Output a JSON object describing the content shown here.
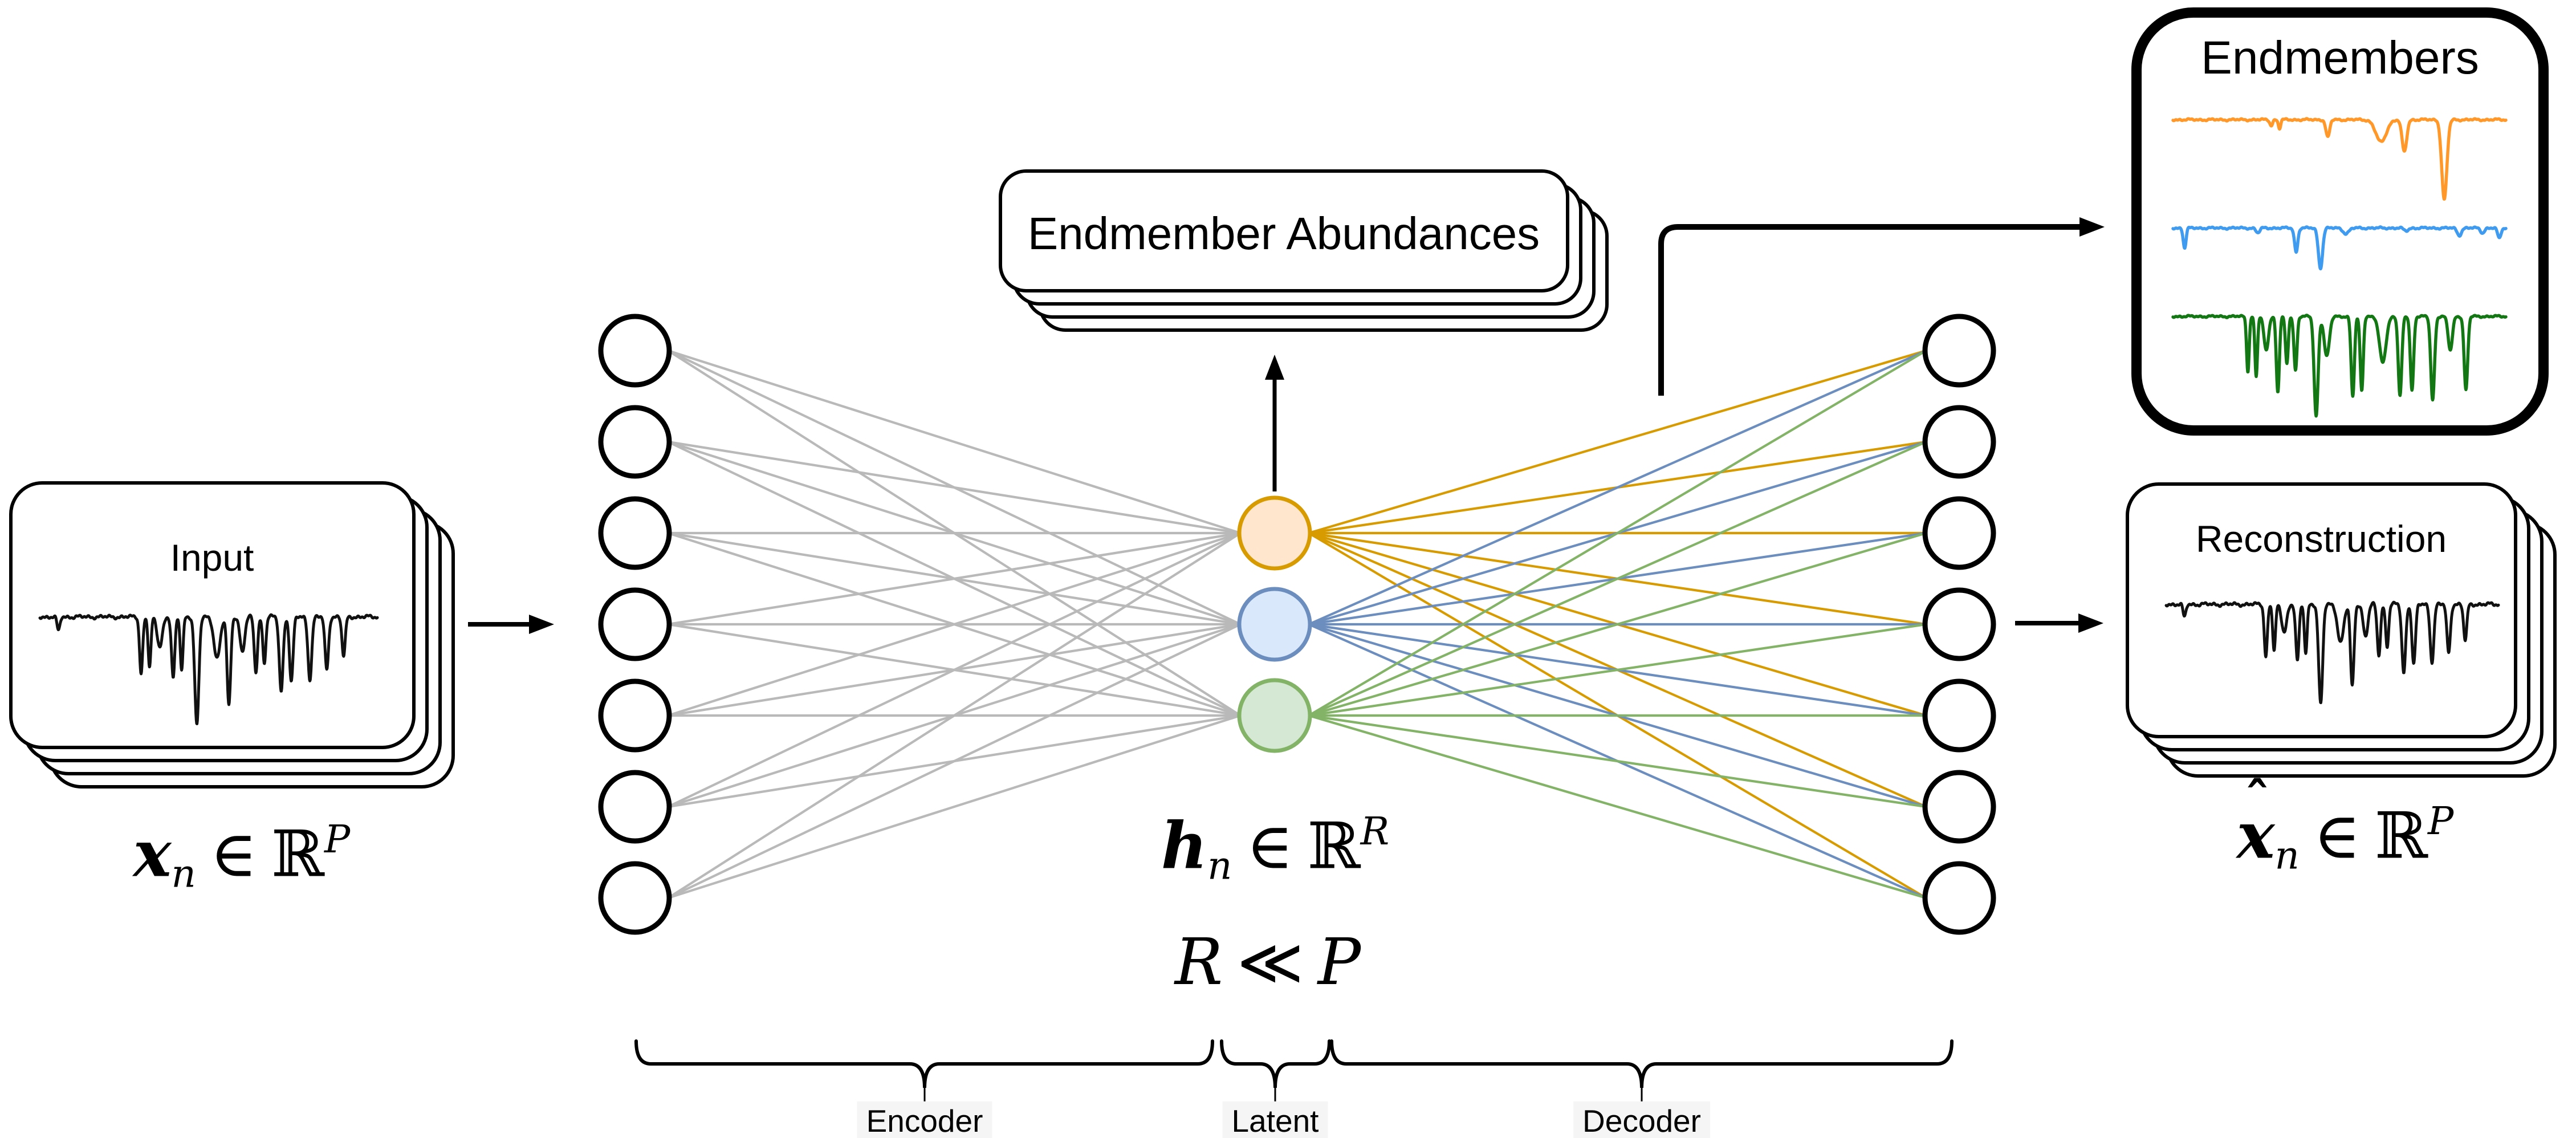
{
  "page": {
    "bg": "#FFFFFF"
  },
  "input_card": {
    "title": "Input",
    "math": {
      "hat": "",
      "var": "x",
      "sub": "n",
      "rel": "∈",
      "set": "ℝ",
      "sup": "P"
    }
  },
  "abundances_card": {
    "title": "Endmember Abundances"
  },
  "endmembers_box": {
    "title": "Endmembers"
  },
  "recon_card": {
    "title": "Reconstruction",
    "math": {
      "hat": "ˆ",
      "var": "x",
      "sub": "n",
      "rel": "∈",
      "set": "ℝ",
      "sup": "P"
    }
  },
  "latent_math": {
    "line1": {
      "var": "h",
      "sub": "n",
      "rel": "∈",
      "set": "ℝ",
      "sup": "R"
    },
    "line2": {
      "lhs": "R",
      "rel": "≪",
      "rhs": "P"
    }
  },
  "braces": [
    {
      "label": "Encoder"
    },
    {
      "label": "Latent"
    },
    {
      "label": "Decoder"
    }
  ],
  "network": {
    "encoder_nodes": 7,
    "decoder_nodes": 7,
    "latent_nodes": 3,
    "node_style": {
      "fill": "#FFFFFF",
      "stroke": "#000000"
    },
    "encoder_edge_color": "#B9B9B9",
    "latent_styles": [
      {
        "name": "latent-node-orange",
        "fill": "#FFE6CC",
        "stroke": "#D79B00"
      },
      {
        "name": "latent-node-blue",
        "fill": "#DAE8FC",
        "stroke": "#6C8EBF"
      },
      {
        "name": "latent-node-green",
        "fill": "#D5E8D4",
        "stroke": "#82B366"
      }
    ]
  },
  "spectra": {
    "input": {
      "color": "#111111",
      "dips": [
        {
          "x": 0.055,
          "d": 0.13,
          "w": 0.006
        },
        {
          "x": 0.3,
          "d": 0.52,
          "w": 0.0065
        },
        {
          "x": 0.325,
          "d": 0.46,
          "w": 0.006
        },
        {
          "x": 0.355,
          "d": 0.27,
          "w": 0.011
        },
        {
          "x": 0.395,
          "d": 0.56,
          "w": 0.007
        },
        {
          "x": 0.42,
          "d": 0.48,
          "w": 0.006
        },
        {
          "x": 0.465,
          "d": 1.0,
          "w": 0.0085
        },
        {
          "x": 0.525,
          "d": 0.38,
          "w": 0.013
        },
        {
          "x": 0.56,
          "d": 0.82,
          "w": 0.0075
        },
        {
          "x": 0.6,
          "d": 0.32,
          "w": 0.01
        },
        {
          "x": 0.64,
          "d": 0.5,
          "w": 0.007
        },
        {
          "x": 0.665,
          "d": 0.42,
          "w": 0.0065
        },
        {
          "x": 0.715,
          "d": 0.68,
          "w": 0.008
        },
        {
          "x": 0.745,
          "d": 0.6,
          "w": 0.0075
        },
        {
          "x": 0.8,
          "d": 0.57,
          "w": 0.008
        },
        {
          "x": 0.85,
          "d": 0.48,
          "w": 0.0075
        },
        {
          "x": 0.9,
          "d": 0.36,
          "w": 0.007
        }
      ]
    },
    "reconstruction": {
      "color": "#111111",
      "dips": [
        {
          "x": 0.055,
          "d": 0.13,
          "w": 0.006
        },
        {
          "x": 0.3,
          "d": 0.52,
          "w": 0.0065
        },
        {
          "x": 0.325,
          "d": 0.46,
          "w": 0.006
        },
        {
          "x": 0.355,
          "d": 0.27,
          "w": 0.011
        },
        {
          "x": 0.395,
          "d": 0.56,
          "w": 0.007
        },
        {
          "x": 0.42,
          "d": 0.48,
          "w": 0.006
        },
        {
          "x": 0.465,
          "d": 1.0,
          "w": 0.0085
        },
        {
          "x": 0.525,
          "d": 0.38,
          "w": 0.013
        },
        {
          "x": 0.56,
          "d": 0.82,
          "w": 0.0075
        },
        {
          "x": 0.6,
          "d": 0.32,
          "w": 0.01
        },
        {
          "x": 0.64,
          "d": 0.5,
          "w": 0.007
        },
        {
          "x": 0.665,
          "d": 0.42,
          "w": 0.0065
        },
        {
          "x": 0.715,
          "d": 0.68,
          "w": 0.008
        },
        {
          "x": 0.745,
          "d": 0.6,
          "w": 0.0075
        },
        {
          "x": 0.8,
          "d": 0.57,
          "w": 0.008
        },
        {
          "x": 0.85,
          "d": 0.48,
          "w": 0.0075
        },
        {
          "x": 0.9,
          "d": 0.36,
          "w": 0.007
        }
      ]
    },
    "endmembers": [
      {
        "name": "endmember-orange",
        "color": "#FF9828",
        "dips": [
          {
            "x": 0.295,
            "d": 0.07,
            "w": 0.006
          },
          {
            "x": 0.32,
            "d": 0.11,
            "w": 0.005
          },
          {
            "x": 0.465,
            "d": 0.22,
            "w": 0.008
          },
          {
            "x": 0.625,
            "d": 0.28,
            "w": 0.022
          },
          {
            "x": 0.695,
            "d": 0.4,
            "w": 0.01
          },
          {
            "x": 0.815,
            "d": 1.0,
            "w": 0.011
          }
        ]
      },
      {
        "name": "endmember-blue",
        "color": "#3E9BF0",
        "dips": [
          {
            "x": 0.035,
            "d": 0.5,
            "w": 0.006
          },
          {
            "x": 0.255,
            "d": 0.12,
            "w": 0.008
          },
          {
            "x": 0.37,
            "d": 0.6,
            "w": 0.007
          },
          {
            "x": 0.443,
            "d": 1.0,
            "w": 0.009
          },
          {
            "x": 0.52,
            "d": 0.14,
            "w": 0.012
          },
          {
            "x": 0.7,
            "d": 0.07,
            "w": 0.01
          },
          {
            "x": 0.86,
            "d": 0.18,
            "w": 0.009
          },
          {
            "x": 0.93,
            "d": 0.12,
            "w": 0.008
          },
          {
            "x": 0.98,
            "d": 0.26,
            "w": 0.007
          }
        ]
      },
      {
        "name": "endmember-green",
        "color": "#137813",
        "dips": [
          {
            "x": 0.225,
            "d": 0.55,
            "w": 0.0055
          },
          {
            "x": 0.25,
            "d": 0.6,
            "w": 0.0055
          },
          {
            "x": 0.28,
            "d": 0.34,
            "w": 0.0095
          },
          {
            "x": 0.315,
            "d": 0.76,
            "w": 0.0065
          },
          {
            "x": 0.342,
            "d": 0.48,
            "w": 0.006
          },
          {
            "x": 0.368,
            "d": 0.54,
            "w": 0.0065
          },
          {
            "x": 0.43,
            "d": 1.0,
            "w": 0.0085
          },
          {
            "x": 0.462,
            "d": 0.4,
            "w": 0.011
          },
          {
            "x": 0.54,
            "d": 0.8,
            "w": 0.007
          },
          {
            "x": 0.567,
            "d": 0.74,
            "w": 0.0065
          },
          {
            "x": 0.63,
            "d": 0.46,
            "w": 0.014
          },
          {
            "x": 0.682,
            "d": 0.8,
            "w": 0.0075
          },
          {
            "x": 0.718,
            "d": 0.74,
            "w": 0.007
          },
          {
            "x": 0.78,
            "d": 0.84,
            "w": 0.008
          },
          {
            "x": 0.833,
            "d": 0.34,
            "w": 0.009
          },
          {
            "x": 0.88,
            "d": 0.74,
            "w": 0.0075
          }
        ]
      }
    ]
  }
}
